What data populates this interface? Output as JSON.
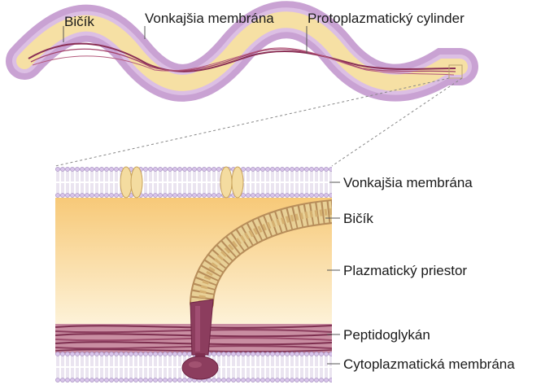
{
  "top_labels": {
    "flagellum": "Bičík",
    "outer_membrane": "Vonkajšia membrána",
    "protoplasmic_cylinder": "Protoplazmatický cylinder"
  },
  "side_labels": {
    "outer_membrane": "Vonkajšia membrána",
    "flagellum": "Bičík",
    "periplasmic_space": "Plazmatický priestor",
    "peptidoglycan": "Peptidoglykán",
    "cytoplasmic_membrane": "Cytoplazmatická membrána"
  },
  "colors": {
    "outer_sheath": "#c9a2d3",
    "inner_cylinder": "#f6e0a4",
    "flagellum": "#8a2f55",
    "periplasm": "#f8d58a",
    "membrane_head": "#d7c3e8",
    "protein": "#f4dca0",
    "peptidoglycan": "#8c3d5e"
  }
}
